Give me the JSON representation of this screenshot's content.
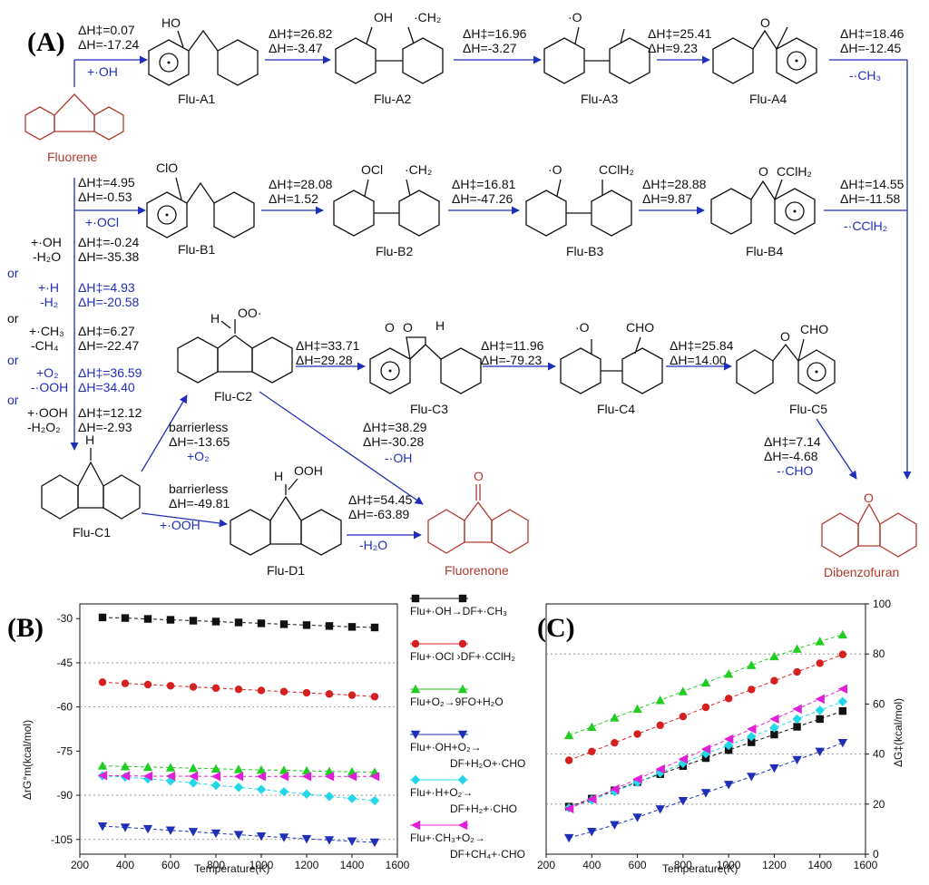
{
  "panel_labels": {
    "a": "(A)",
    "b": "(B)",
    "c": "(C)"
  },
  "scheme": {
    "species": {
      "fluorene": "Fluorene",
      "flu_a1": "Flu-A1",
      "flu_a2": "Flu-A2",
      "flu_a3": "Flu-A3",
      "flu_a4": "Flu-A4",
      "flu_b1": "Flu-B1",
      "flu_b2": "Flu-B2",
      "flu_b3": "Flu-B3",
      "flu_b4": "Flu-B4",
      "flu_c1": "Flu-C1",
      "flu_c2": "Flu-C2",
      "flu_c3": "Flu-C3",
      "flu_c4": "Flu-C4",
      "flu_c5": "Flu-C5",
      "flu_d1": "Flu-D1",
      "fluorenone": "Fluorenone",
      "dibenzofuran": "Dibenzofuran"
    },
    "substituents": {
      "ho": "HO",
      "oh": "OH",
      "ch2": "·CH₂",
      "o_rad": "·O",
      "clo": "ClO",
      "ocl": "OCl",
      "cclh2": "CClH₂",
      "h": "H",
      "oo": "OO·",
      "o": "O",
      "cho": "CHO",
      "ooh": "OOH"
    },
    "energies": {
      "a1": [
        "ΔH‡=0.07",
        "ΔH=-17.24"
      ],
      "a2": [
        "ΔH‡=26.82",
        "ΔH=-3.47"
      ],
      "a3": [
        "ΔH‡=16.96",
        "ΔH=-3.27"
      ],
      "a4": [
        "ΔH‡=25.41",
        "ΔH=9.23"
      ],
      "a5": [
        "ΔH‡=18.46",
        "ΔH=-12.45"
      ],
      "b1": [
        "ΔH‡=4.95",
        "ΔH=-0.53"
      ],
      "b2": [
        "ΔH‡=28.08",
        "ΔH=1.52"
      ],
      "b3": [
        "ΔH‡=16.81",
        "ΔH=-47.26"
      ],
      "b4": [
        "ΔH‡=28.88",
        "ΔH=9.87"
      ],
      "b5": [
        "ΔH‡=14.55",
        "ΔH=-11.58"
      ],
      "c_oh": [
        "ΔH‡=-0.24",
        "ΔH=-35.38"
      ],
      "c_h": [
        "ΔH‡=4.93",
        "ΔH=-20.58"
      ],
      "c_ch3": [
        "ΔH‡=6.27",
        "ΔH=-22.47"
      ],
      "c_o2": [
        "ΔH‡=36.59",
        "ΔH=34.40"
      ],
      "c_ooh": [
        "ΔH‡=12.12",
        "ΔH=-2.93"
      ],
      "c2_c3": [
        "ΔH‡=33.71",
        "ΔH=29.28"
      ],
      "c3_c4": [
        "ΔH‡=11.96",
        "ΔH=-79.23"
      ],
      "c4_c5": [
        "ΔH‡=25.84",
        "ΔH=14.00"
      ],
      "c2_fo": [
        "ΔH‡=38.29",
        "ΔH=-30.28"
      ],
      "c5_df": [
        "ΔH‡=7.14",
        "ΔH=-4.68"
      ],
      "c1_c2": [
        "barrierless",
        "ΔH=-13.65"
      ],
      "c1_d1": [
        "barrierless",
        "ΔH=-49.81"
      ],
      "d1_fo": [
        "ΔH‡=54.45",
        "ΔH=-63.89"
      ]
    },
    "reagents": {
      "plus_oh": "+·OH",
      "minus_ch3": "-·CH₃",
      "plus_ocl": "+·OCl",
      "minus_cclh2": "-·CClH₂",
      "c_oh_a": "+·OH",
      "c_oh_b": "-H₂O",
      "or": "or",
      "c_h_a": "+·H",
      "c_h_b": "-H₂",
      "c_ch3_a": "+·CH₃",
      "c_ch3_b": "-CH₄",
      "c_o2_a": "+O₂",
      "c_o2_b": "-·OOH",
      "c_ooh_a": "+·OOH",
      "c_ooh_b": "-H₂O₂",
      "plus_o2": "+O₂",
      "minus_oh": "-·OH",
      "minus_cho": "-·CHO",
      "plus_ooh": "+·OOH",
      "minus_h2o": "-H₂O"
    }
  },
  "chart_data": [
    {
      "type": "line",
      "panel": "(B)",
      "xlabel": "Temperature(K)",
      "ylabel": "ΔrG°m(kcal/mol)",
      "xlim": [
        200,
        1600
      ],
      "ylim": [
        -110,
        -25
      ],
      "xticks": [
        200,
        400,
        600,
        800,
        1000,
        1200,
        1400,
        1600
      ],
      "yticks": [
        -30,
        -45,
        -60,
        -75,
        -90,
        -105
      ],
      "grid": "dotted horizontal at y ticks",
      "x": [
        300,
        400,
        500,
        600,
        700,
        800,
        900,
        1000,
        1100,
        1200,
        1300,
        1400,
        1500
      ],
      "series": [
        {
          "name": "Flu+·OH→DF+·CH3",
          "color": "#111111",
          "marker": "square",
          "values": [
            -29.6,
            -29.8,
            -30.1,
            -30.4,
            -30.7,
            -31.0,
            -31.3,
            -31.6,
            -31.9,
            -32.2,
            -32.5,
            -32.8,
            -33.0
          ]
        },
        {
          "name": "Flu+·OCl→DF+·CClH2",
          "color": "#d62020",
          "marker": "circle",
          "values": [
            -51.6,
            -52.0,
            -52.4,
            -52.8,
            -53.2,
            -53.6,
            -54.0,
            -54.4,
            -54.8,
            -55.2,
            -55.6,
            -56.0,
            -56.5
          ]
        },
        {
          "name": "Flu+O2→9FO+H2O",
          "color": "#22cc22",
          "marker": "triangle-up",
          "values": [
            -80.0,
            -80.2,
            -80.4,
            -80.6,
            -80.8,
            -81.0,
            -81.2,
            -81.4,
            -81.5,
            -81.7,
            -81.9,
            -82.0,
            -82.2
          ]
        },
        {
          "name": "Flu+·OH+O2→DF+H2O+·CHO",
          "color": "#1f2fb8",
          "marker": "triangle-down",
          "values": [
            -100.5,
            -100.9,
            -101.4,
            -101.9,
            -102.4,
            -102.9,
            -103.4,
            -103.9,
            -104.3,
            -104.8,
            -105.2,
            -105.6,
            -106.0
          ]
        },
        {
          "name": "Flu+·H+O2→DF+H2+·CHO",
          "color": "#22d8e8",
          "marker": "diamond",
          "values": [
            -83.4,
            -83.8,
            -84.4,
            -85.1,
            -85.8,
            -86.6,
            -87.3,
            -88.0,
            -88.8,
            -89.6,
            -90.4,
            -91.1,
            -91.8
          ]
        },
        {
          "name": "Flu+·CH3+O2→DF+CH4+·CHO",
          "color": "#e020d8",
          "marker": "triangle-left",
          "values": [
            -83.3,
            -83.4,
            -83.5,
            -83.5,
            -83.5,
            -83.6,
            -83.6,
            -83.6,
            -83.6,
            -83.6,
            -83.6,
            -83.6,
            -83.6
          ]
        }
      ]
    },
    {
      "type": "line",
      "panel": "(C)",
      "xlabel": "Temperature(K)",
      "ylabel": "ΔG‡(kcal/mol)",
      "xlim": [
        200,
        1600
      ],
      "ylim": [
        0,
        100
      ],
      "xticks": [
        200,
        400,
        600,
        800,
        1000,
        1200,
        1400,
        1600
      ],
      "yticks": [
        0,
        20,
        40,
        60,
        80,
        100
      ],
      "grid": "dotted horizontal at 20, 40, 80",
      "x": [
        300,
        400,
        500,
        600,
        700,
        800,
        900,
        1000,
        1100,
        1200,
        1300,
        1400,
        1500
      ],
      "series": [
        {
          "name": "Flu+·OH→DF+·CH3",
          "color": "#111111",
          "marker": "square",
          "values": [
            19.0,
            22.2,
            25.5,
            28.8,
            32.0,
            35.2,
            38.4,
            41.6,
            44.7,
            47.8,
            50.9,
            54.0,
            57.2
          ]
        },
        {
          "name": "Flu+·OCl→DF+·CClH2",
          "color": "#d62020",
          "marker": "circle",
          "values": [
            37.5,
            41.0,
            44.5,
            48.0,
            51.5,
            55.0,
            58.7,
            62.2,
            65.8,
            69.3,
            72.8,
            76.3,
            79.8
          ]
        },
        {
          "name": "Flu+O2→9FO+H2O",
          "color": "#22cc22",
          "marker": "triangle-up",
          "values": [
            47.5,
            50.8,
            54.5,
            58.0,
            61.5,
            65.0,
            68.5,
            72.0,
            75.5,
            79.0,
            82.0,
            85.0,
            87.7
          ]
        },
        {
          "name": "Flu+·OH+O2→DF+H2O+·CHO",
          "color": "#1f2fb8",
          "marker": "triangle-down",
          "values": [
            6.5,
            9.0,
            11.7,
            14.7,
            18.0,
            21.3,
            24.5,
            27.8,
            31.0,
            34.4,
            37.7,
            41.0,
            44.5
          ]
        },
        {
          "name": "Flu+·H+O2→DF+H2+·CHO",
          "color": "#22d8e8",
          "marker": "diamond",
          "values": [
            18.5,
            21.7,
            25.0,
            28.7,
            32.5,
            36.3,
            40.2,
            43.5,
            47.0,
            50.5,
            54.0,
            57.5,
            61.0
          ]
        },
        {
          "name": "Flu+·CH3+O2→DF+CH4+·CHO",
          "color": "#e020d8",
          "marker": "triangle-left",
          "values": [
            18.2,
            22.0,
            26.0,
            30.0,
            34.0,
            38.0,
            42.0,
            46.0,
            50.0,
            54.0,
            58.0,
            62.0,
            66.0
          ]
        }
      ]
    }
  ],
  "legend": [
    {
      "lines": [
        "Flu+·OH→DF+·CH₃"
      ]
    },
    {
      "lines": [
        "Flu+·OCl  ›DF+·CClH₂"
      ]
    },
    {
      "lines": [
        "Flu+O₂→9FO+H₂O"
      ]
    },
    {
      "lines": [
        "Flu+·OH+O₂→",
        "DF+H₂O+·CHO"
      ]
    },
    {
      "lines": [
        "Flu+·H+O₂→",
        "DF+H₂+·CHO"
      ]
    },
    {
      "lines": [
        "Flu+·CH₃+O₂→",
        "DF+CH₄+·CHO"
      ]
    }
  ]
}
